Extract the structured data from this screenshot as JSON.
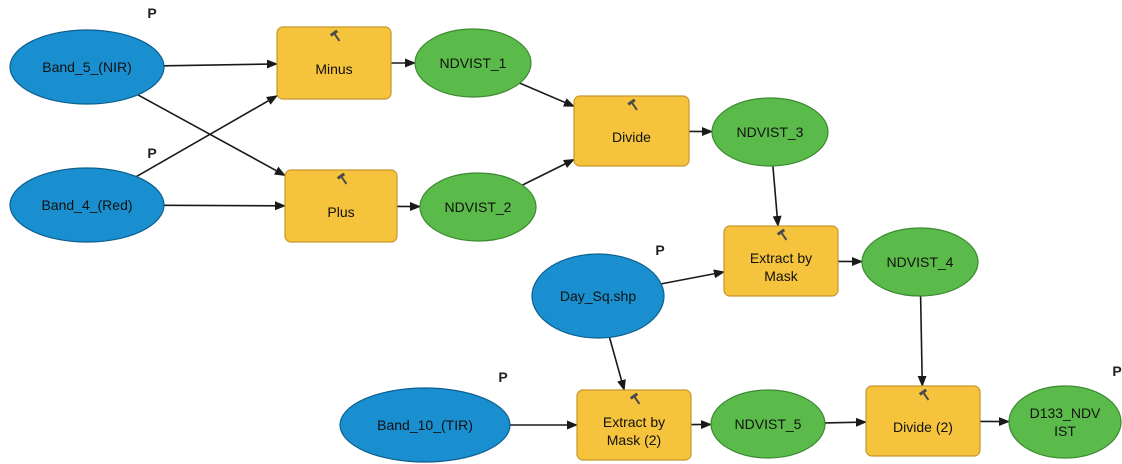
{
  "colors": {
    "input_fill": "#1a8fcf",
    "input_stroke": "#0d5f8f",
    "tool_fill": "#f5c43c",
    "tool_stroke": "#c6962a",
    "output_fill": "#5bbb4a",
    "output_stroke": "#3d8a32",
    "edge": "#1a1a1a"
  },
  "param_marker": "P",
  "nodes": {
    "band5": {
      "label": "Band_5_(NIR)",
      "kind": "input",
      "param": true
    },
    "band4": {
      "label": "Band_4_(Red)",
      "kind": "input",
      "param": true
    },
    "minus": {
      "label": "Minus",
      "kind": "tool",
      "icon": "hammer-icon"
    },
    "plus": {
      "label": "Plus",
      "kind": "tool",
      "icon": "hammer-icon"
    },
    "ndvist1": {
      "label": "NDVIST_1",
      "kind": "output"
    },
    "ndvist2": {
      "label": "NDVIST_2",
      "kind": "output"
    },
    "divide": {
      "label": "Divide",
      "kind": "tool",
      "icon": "hammer-icon"
    },
    "ndvist3": {
      "label": "NDVIST_3",
      "kind": "output"
    },
    "dayshp": {
      "label": "Day_Sq.shp",
      "kind": "input",
      "param": true
    },
    "extract1": {
      "label": "Extract by\nMask",
      "kind": "tool",
      "icon": "hammer-icon"
    },
    "ndvist4": {
      "label": "NDVIST_4",
      "kind": "output"
    },
    "band10": {
      "label": "Band_10_(TIR)",
      "kind": "input",
      "param": true
    },
    "extract2": {
      "label": "Extract by\nMask (2)",
      "kind": "tool",
      "icon": "hammer-icon"
    },
    "ndvist5": {
      "label": "NDVIST_5",
      "kind": "output"
    },
    "divide2": {
      "label": "Divide (2)",
      "kind": "tool",
      "icon": "hammer-icon"
    },
    "final": {
      "label": "D133_NDV\nIST",
      "kind": "output",
      "param": true
    }
  },
  "edges": [
    [
      "band5",
      "minus"
    ],
    [
      "band5",
      "plus"
    ],
    [
      "band4",
      "minus"
    ],
    [
      "band4",
      "plus"
    ],
    [
      "minus",
      "ndvist1"
    ],
    [
      "plus",
      "ndvist2"
    ],
    [
      "ndvist1",
      "divide"
    ],
    [
      "ndvist2",
      "divide"
    ],
    [
      "divide",
      "ndvist3"
    ],
    [
      "ndvist3",
      "extract1"
    ],
    [
      "dayshp",
      "extract1"
    ],
    [
      "dayshp",
      "extract2"
    ],
    [
      "extract1",
      "ndvist4"
    ],
    [
      "ndvist4",
      "divide2"
    ],
    [
      "band10",
      "extract2"
    ],
    [
      "extract2",
      "ndvist5"
    ],
    [
      "ndvist5",
      "divide2"
    ],
    [
      "divide2",
      "final"
    ]
  ]
}
